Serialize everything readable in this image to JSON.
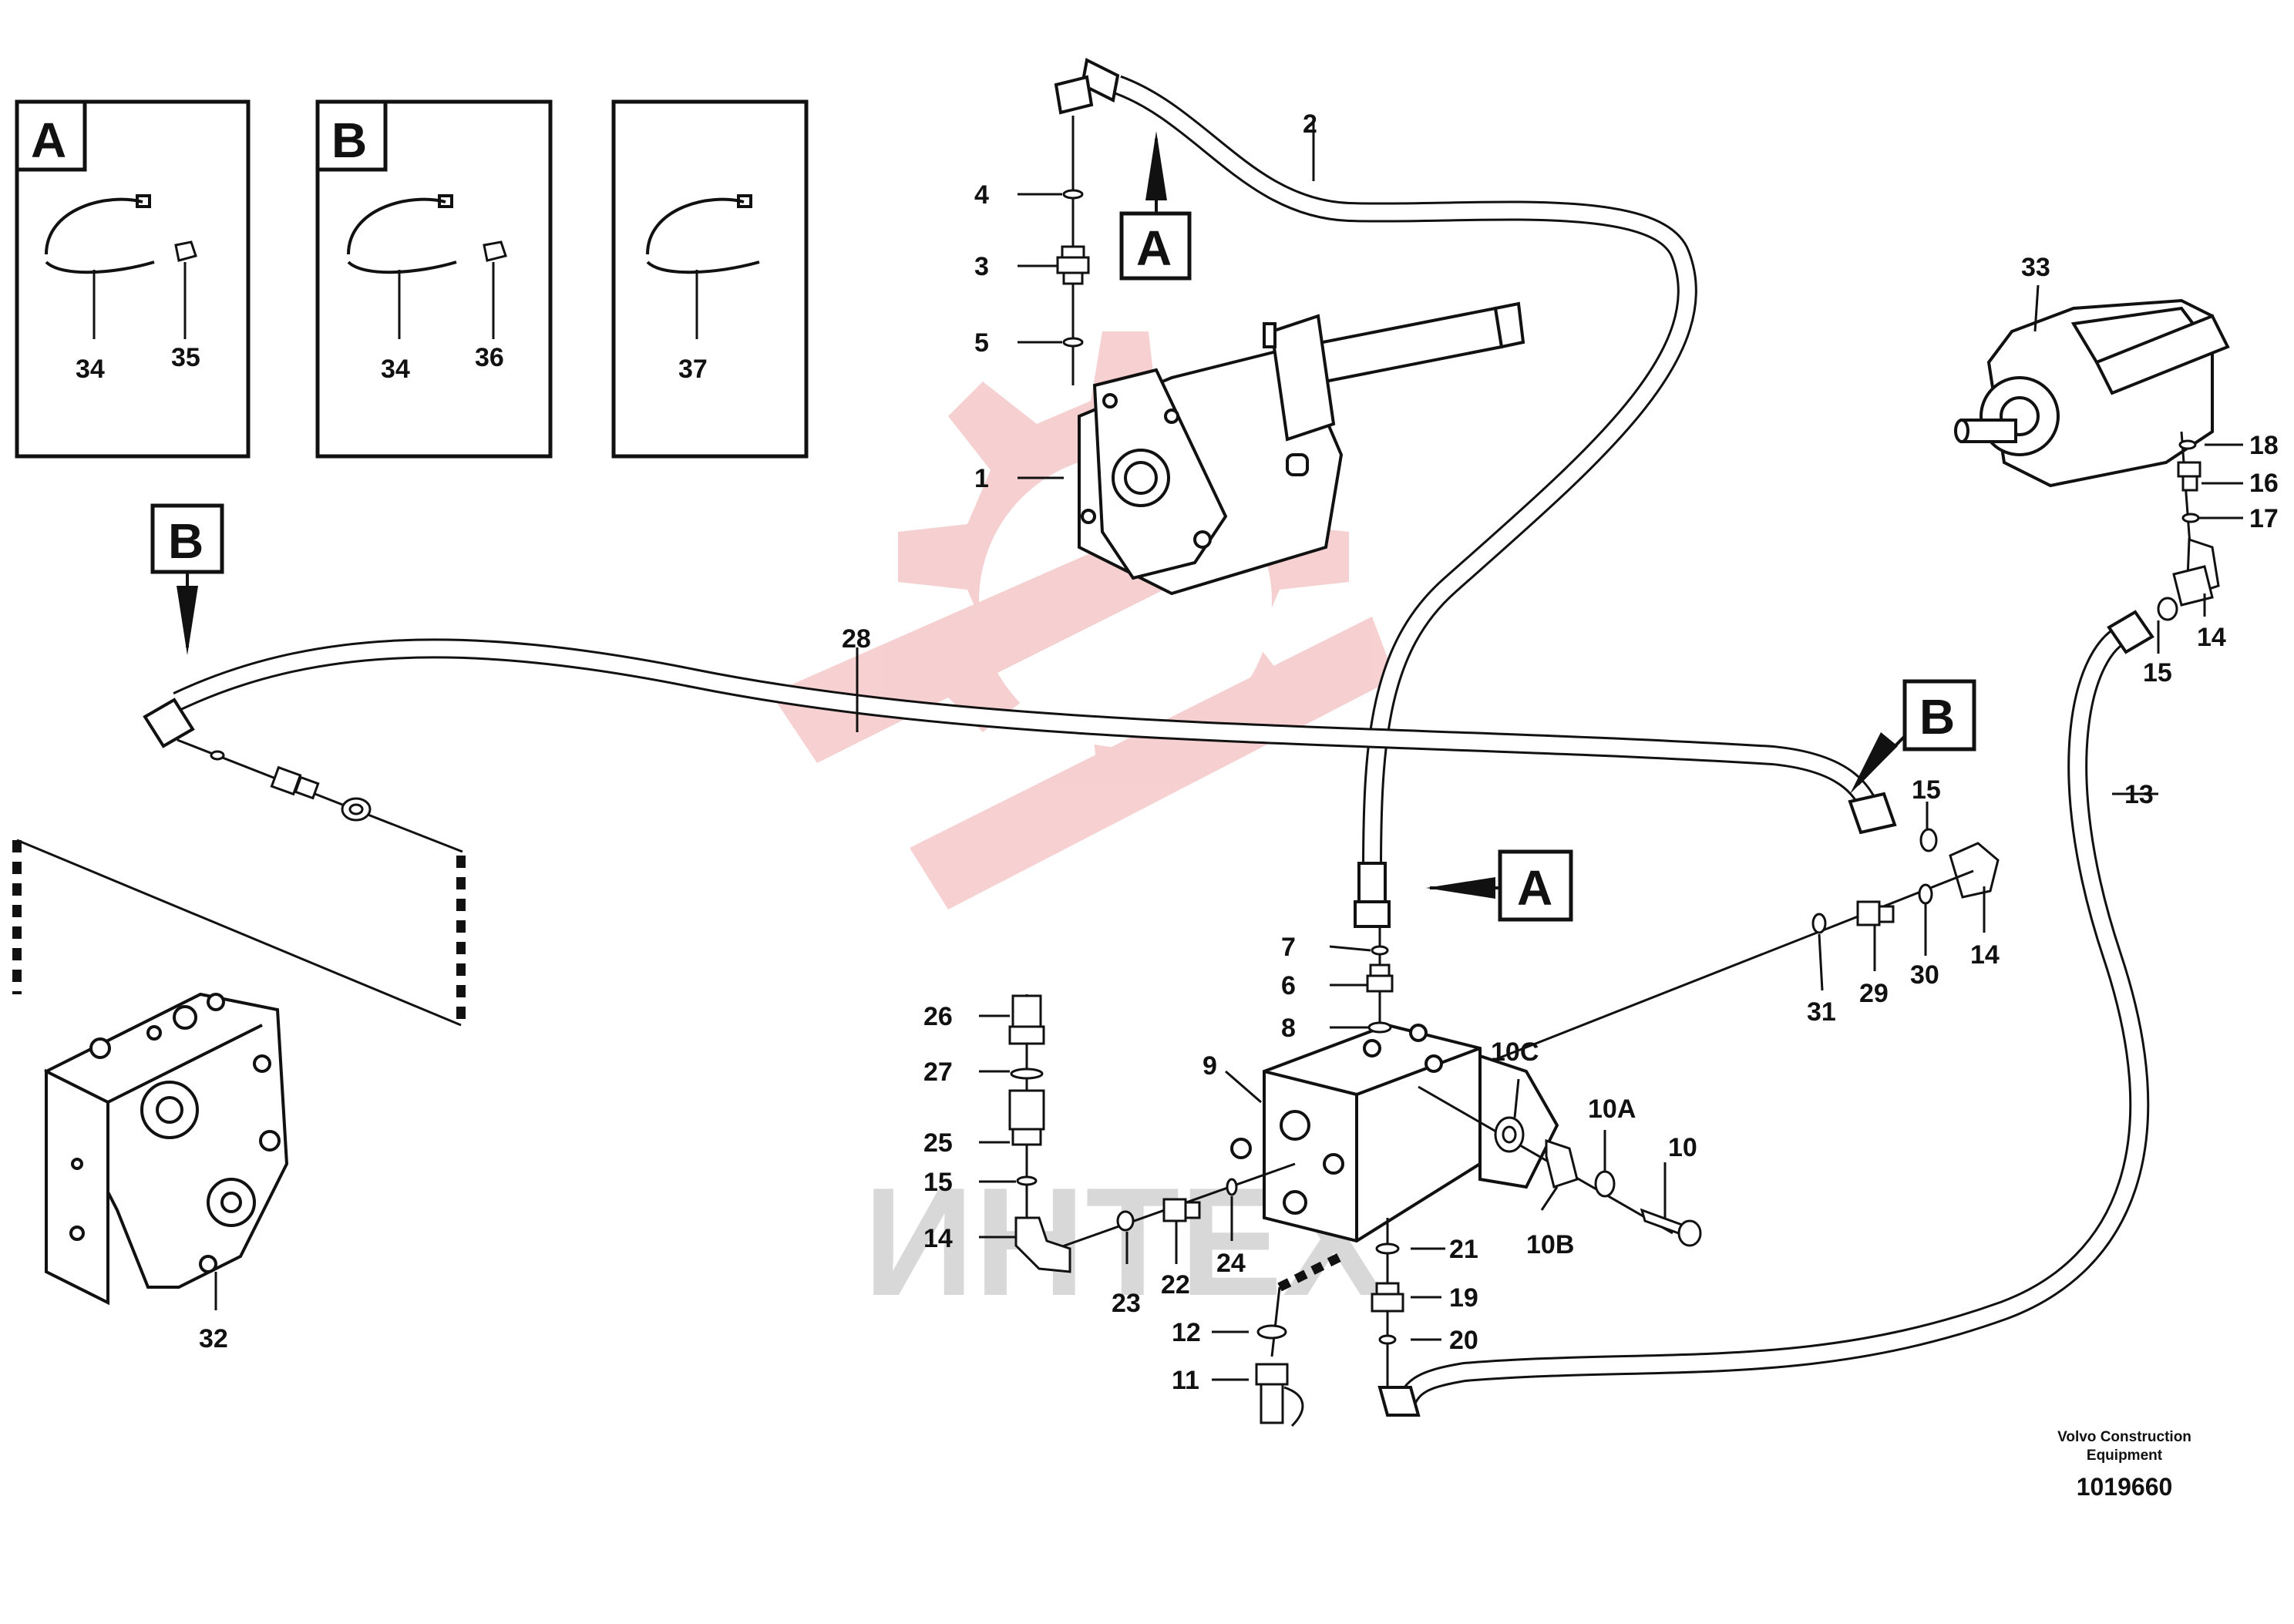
{
  "diagram": {
    "inset_panels": [
      {
        "letter": "A",
        "callouts": [
          "34",
          "35"
        ]
      },
      {
        "letter": "B",
        "callouts": [
          "34",
          "36"
        ]
      },
      {
        "letter": "",
        "callouts": [
          "37"
        ]
      }
    ],
    "section_markers": {
      "a_upper": "A",
      "a_lower": "A",
      "b_left": "B",
      "b_right": "B"
    },
    "callouts": {
      "n1": "1",
      "n2": "2",
      "n3": "3",
      "n4": "4",
      "n5": "5",
      "n6": "6",
      "n7": "7",
      "n8": "8",
      "n9": "9",
      "n10": "10",
      "n10a": "10A",
      "n10b": "10B",
      "n10c": "10C",
      "n11": "11",
      "n12": "12",
      "n13": "13",
      "n14_left": "14",
      "n14_mid": "14",
      "n14_right": "14",
      "n15_left": "15",
      "n15_mid": "15",
      "n15_right": "15",
      "n16": "16",
      "n17": "17",
      "n18": "18",
      "n19": "19",
      "n20": "20",
      "n21": "21",
      "n22": "22",
      "n23": "23",
      "n24": "24",
      "n25": "25",
      "n26": "26",
      "n27": "27",
      "n28": "28",
      "n29": "29",
      "n30": "30",
      "n31": "31",
      "n32": "32",
      "n33": "33"
    },
    "watermark_text": "ИНТЕХ",
    "footer": {
      "company_line1": "Volvo Construction",
      "company_line2": "Equipment",
      "part_number": "1019660"
    }
  },
  "colors": {
    "line": "#111111",
    "watermark_red": "#f4c4c4",
    "watermark_gray": "#d8d8d8"
  }
}
